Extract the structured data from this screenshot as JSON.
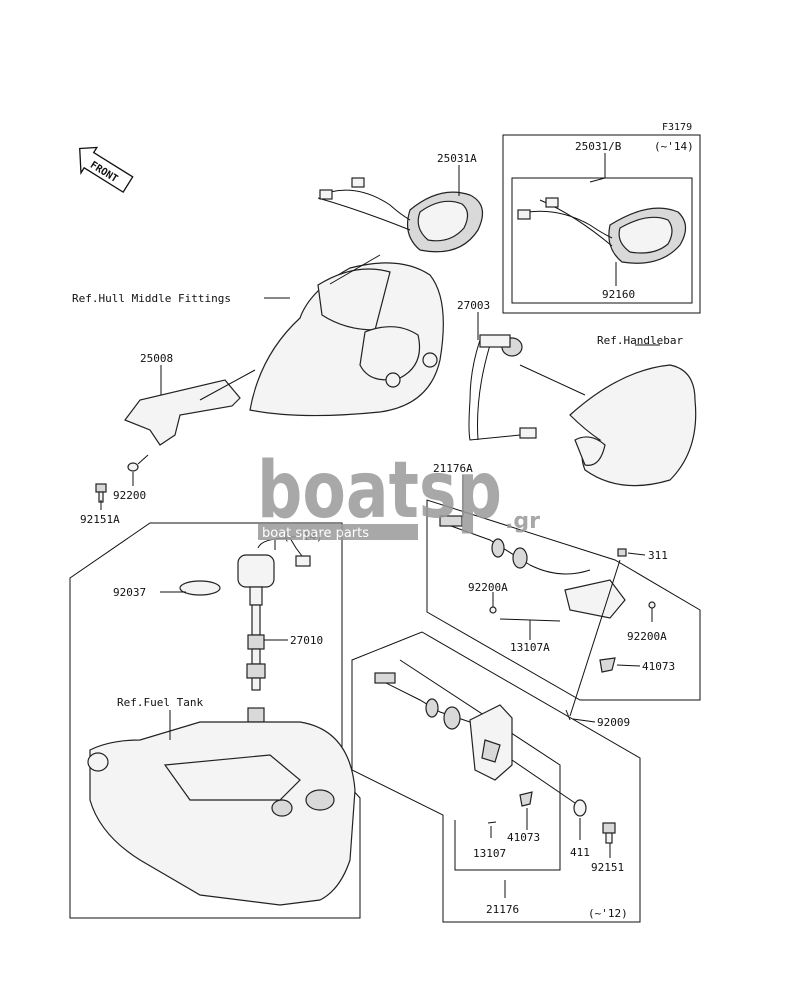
{
  "figure_code": "F3179",
  "front_arrow": "FRONT",
  "labels": {
    "p25031A": "25031A",
    "p25031B": "25031/B",
    "p25031B_note": "(~'14)",
    "p92160": "92160",
    "p27003": "27003",
    "ref_hull": "Ref.Hull Middle Fittings",
    "ref_handlebar": "Ref.Handlebar",
    "p25008": "25008",
    "p92200": "92200",
    "p92151A": "92151A",
    "p21176A": "21176A",
    "p311": "311",
    "p92200A_left": "92200A",
    "p92200A_right": "92200A",
    "p13107A": "13107A",
    "p41073_upper": "41073",
    "p92009": "92009",
    "p27010_note": "(~'14)",
    "p92037": "92037",
    "p27010": "27010",
    "ref_fuel_tank": "Ref.Fuel Tank",
    "p13107": "13107",
    "p41073_lower": "41073",
    "p411": "411",
    "p92151": "92151",
    "p21176": "21176",
    "p21176_note": "(~'12)"
  },
  "watermark": {
    "brand_main": "boatsp",
    "brand_tld": ".gr",
    "tagline": "boat spare parts"
  },
  "colors": {
    "line": "#111111",
    "part_fill": "#f4f4f4",
    "watermark": "#9a9a9a"
  }
}
